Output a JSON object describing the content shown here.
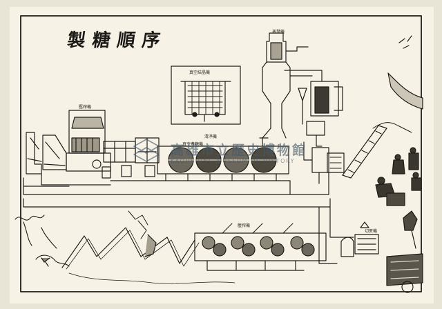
{
  "title": "製糖順序",
  "watermark": {
    "main": "高雄市立歷史博物館",
    "sub": "KAOHSIUNG MUSEUM OF HISTORY"
  },
  "labels": {
    "top_tower": "蒸發機",
    "inset_caption": "真空結晶機",
    "left_machine": "壓榨機",
    "middle_upper": "清淨機",
    "middle_pans": "真空煮糖機",
    "lower_rollers": "壓搾機",
    "lower_right": "切蔗機"
  },
  "colors": {
    "paper": "#f6f3e6",
    "ink": "#1f1d18",
    "mount": "#e8e4d6",
    "watermark": "#465868"
  }
}
